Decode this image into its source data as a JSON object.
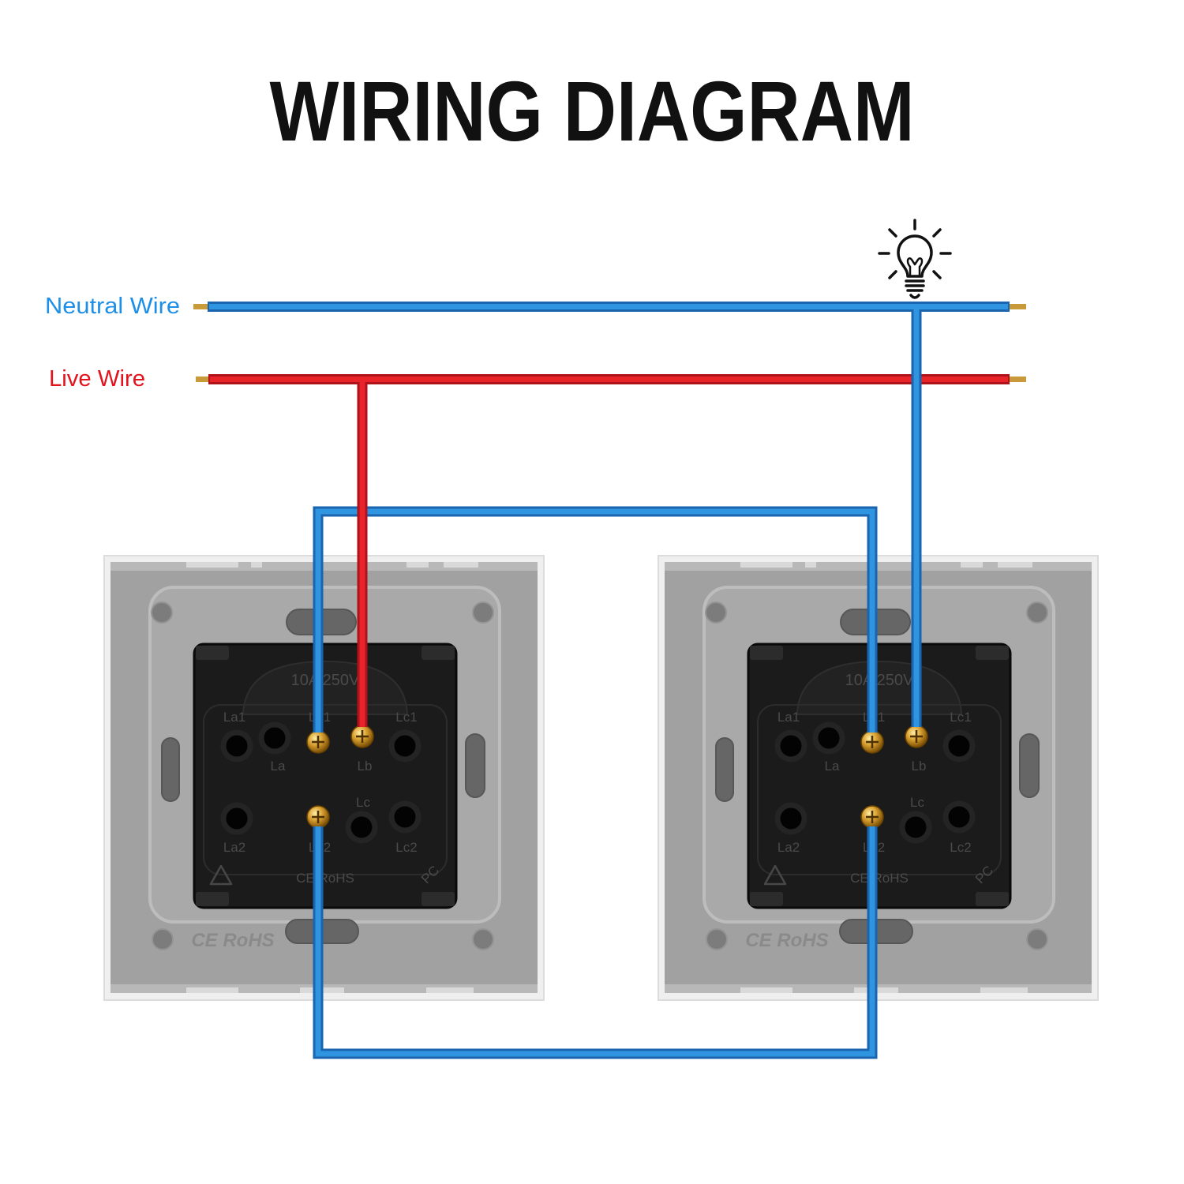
{
  "title": "WIRING DIAGRAM",
  "wires": {
    "neutral": {
      "label": "Neutral Wire"
    },
    "live": {
      "label": "Live Wire"
    }
  },
  "switch_module": {
    "rating": "10A 250V",
    "terminals": {
      "la1": "La1",
      "lb1": "Lb1",
      "lc1": "Lc1",
      "la": "La",
      "lb": "Lb",
      "lc": "Lc",
      "la2": "La2",
      "lb2": "Lb2",
      "lc2": "Lc2"
    },
    "certification": "CE RoHS",
    "material": "PC"
  },
  "switch_plate": {
    "certification": "CE RoHS"
  },
  "icons": {
    "lamp": "lightbulb-icon",
    "recycle": "recycle-icon"
  },
  "colors": {
    "neutral": "#2f95e0",
    "neutral_outline": "#1a64b0",
    "neutral_label": "#1e8fe6",
    "live": "#e8232a",
    "live_outline": "#b0121a",
    "live_label": "#e3131b",
    "brass": "#c99a3a",
    "plate": "#a1a1a1",
    "module": "#1b1b1b"
  }
}
